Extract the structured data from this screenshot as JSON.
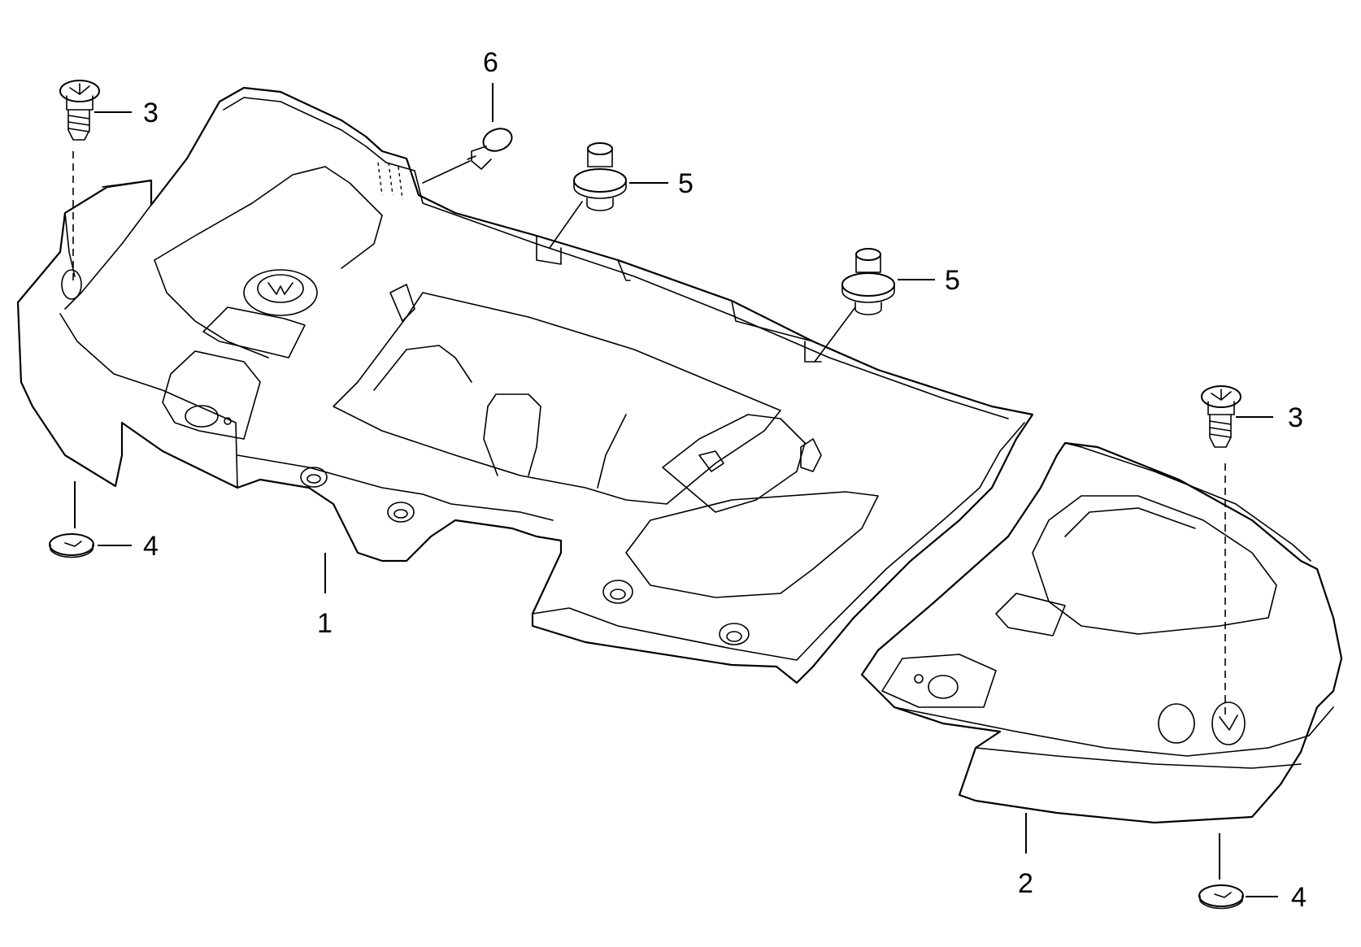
{
  "callouts": {
    "c1": "1",
    "c2": "2",
    "c3_left": "3",
    "c3_right": "3",
    "c4_left": "4",
    "c4_right": "4",
    "c5_upper": "5",
    "c5_lower": "5",
    "c6": "6"
  }
}
